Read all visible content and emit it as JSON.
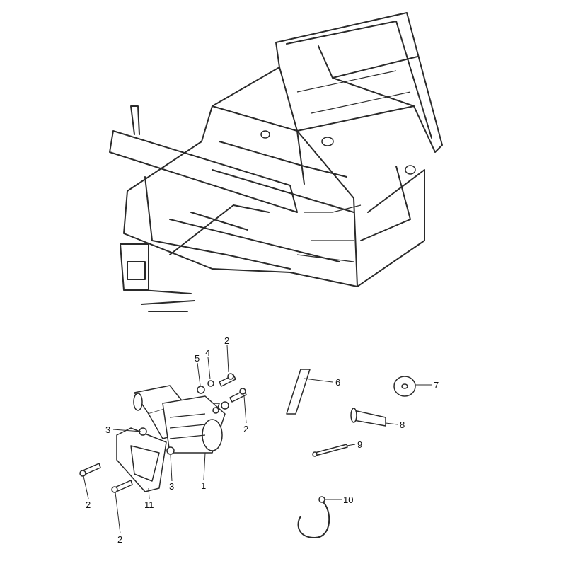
{
  "diagram": {
    "callouts": {
      "c1": "1",
      "c2a": "2",
      "c2b": "2",
      "c2c": "2",
      "c2d": "2",
      "c3a": "3",
      "c3b": "3",
      "c4": "4",
      "c5": "5",
      "c6": "6",
      "c7": "7",
      "c8": "8",
      "c9": "9",
      "c10": "10",
      "c11": "11"
    }
  }
}
